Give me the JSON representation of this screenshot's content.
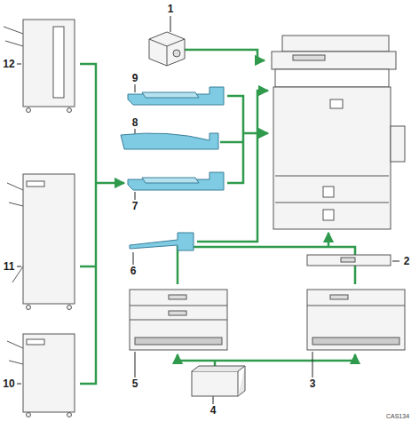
{
  "diagram": {
    "labels": [
      "1",
      "12",
      "9",
      "8",
      "7",
      "11",
      "6",
      "2",
      "10",
      "5",
      "3",
      "4",
      "CAS134"
    ]
  }
}
